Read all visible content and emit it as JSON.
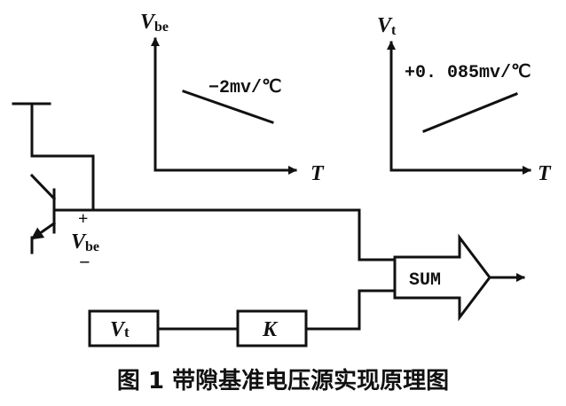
{
  "graph_vbe": {
    "y_axis_label_main": "V",
    "y_axis_label_sub": "be",
    "x_axis_label": "T",
    "slope_label": "−2mv/℃"
  },
  "graph_vt": {
    "y_axis_label_main": "V",
    "y_axis_label_sub": "t",
    "x_axis_label": "T",
    "slope_label": "+0. 085mv/℃"
  },
  "transistor": {
    "plus": "+",
    "minus": "−",
    "vbe_main": "V",
    "vbe_sub": "be"
  },
  "blocks": {
    "vt_main": "V",
    "vt_sub": "t",
    "k_label": "K",
    "sum_label": "SUM"
  },
  "caption": "图 1  带隙基准电压源实现原理图"
}
